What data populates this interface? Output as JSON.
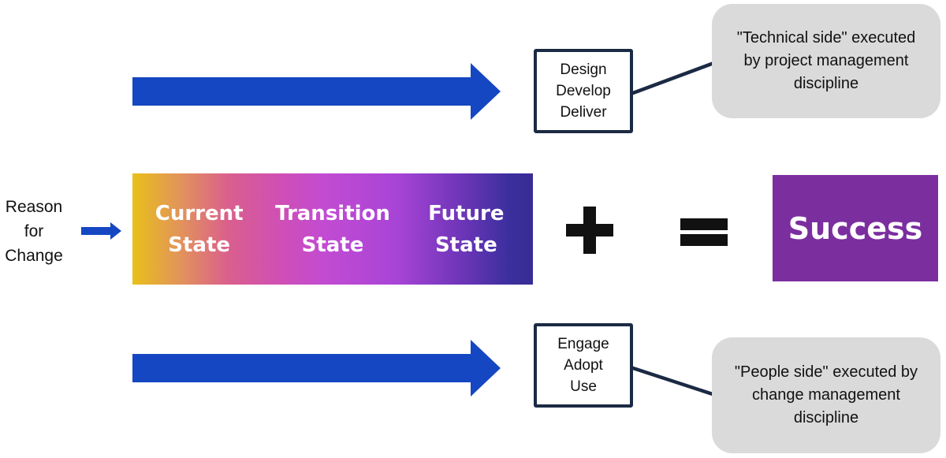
{
  "reason_for_change": {
    "label": "Reason for Change"
  },
  "state_bar": {
    "stages": [
      {
        "name": "Current State",
        "lines": [
          "Current",
          "State"
        ]
      },
      {
        "name": "Transition State",
        "lines": [
          "Transition",
          "State"
        ]
      },
      {
        "name": "Future State",
        "lines": [
          "Future",
          "State"
        ]
      }
    ],
    "gradient_colors": [
      "#E8C01A",
      "#E2935B",
      "#DA5F8D",
      "#CF4FB5",
      "#C24BD2",
      "#A844D6",
      "#7236BA",
      "#3B2F9E",
      "#372C94"
    ]
  },
  "technical_track": {
    "box_lines": [
      "Design",
      "Develop",
      "Deliver"
    ],
    "callout_text": "\"Technical side\" executed by project management discipline"
  },
  "people_track": {
    "box_lines": [
      "Engage",
      "Adopt",
      "Use"
    ],
    "callout_text": "\"People side\" executed by change management discipline"
  },
  "equation": {
    "plus_symbol": "+",
    "equals_symbol": "=",
    "result_label": "Success"
  },
  "colors": {
    "arrow_blue": "#1547C2",
    "connector_navy": "#1B2A44",
    "callout_gray": "#DADADA",
    "success_purple": "#7B2F9F",
    "text_black": "#111111"
  }
}
